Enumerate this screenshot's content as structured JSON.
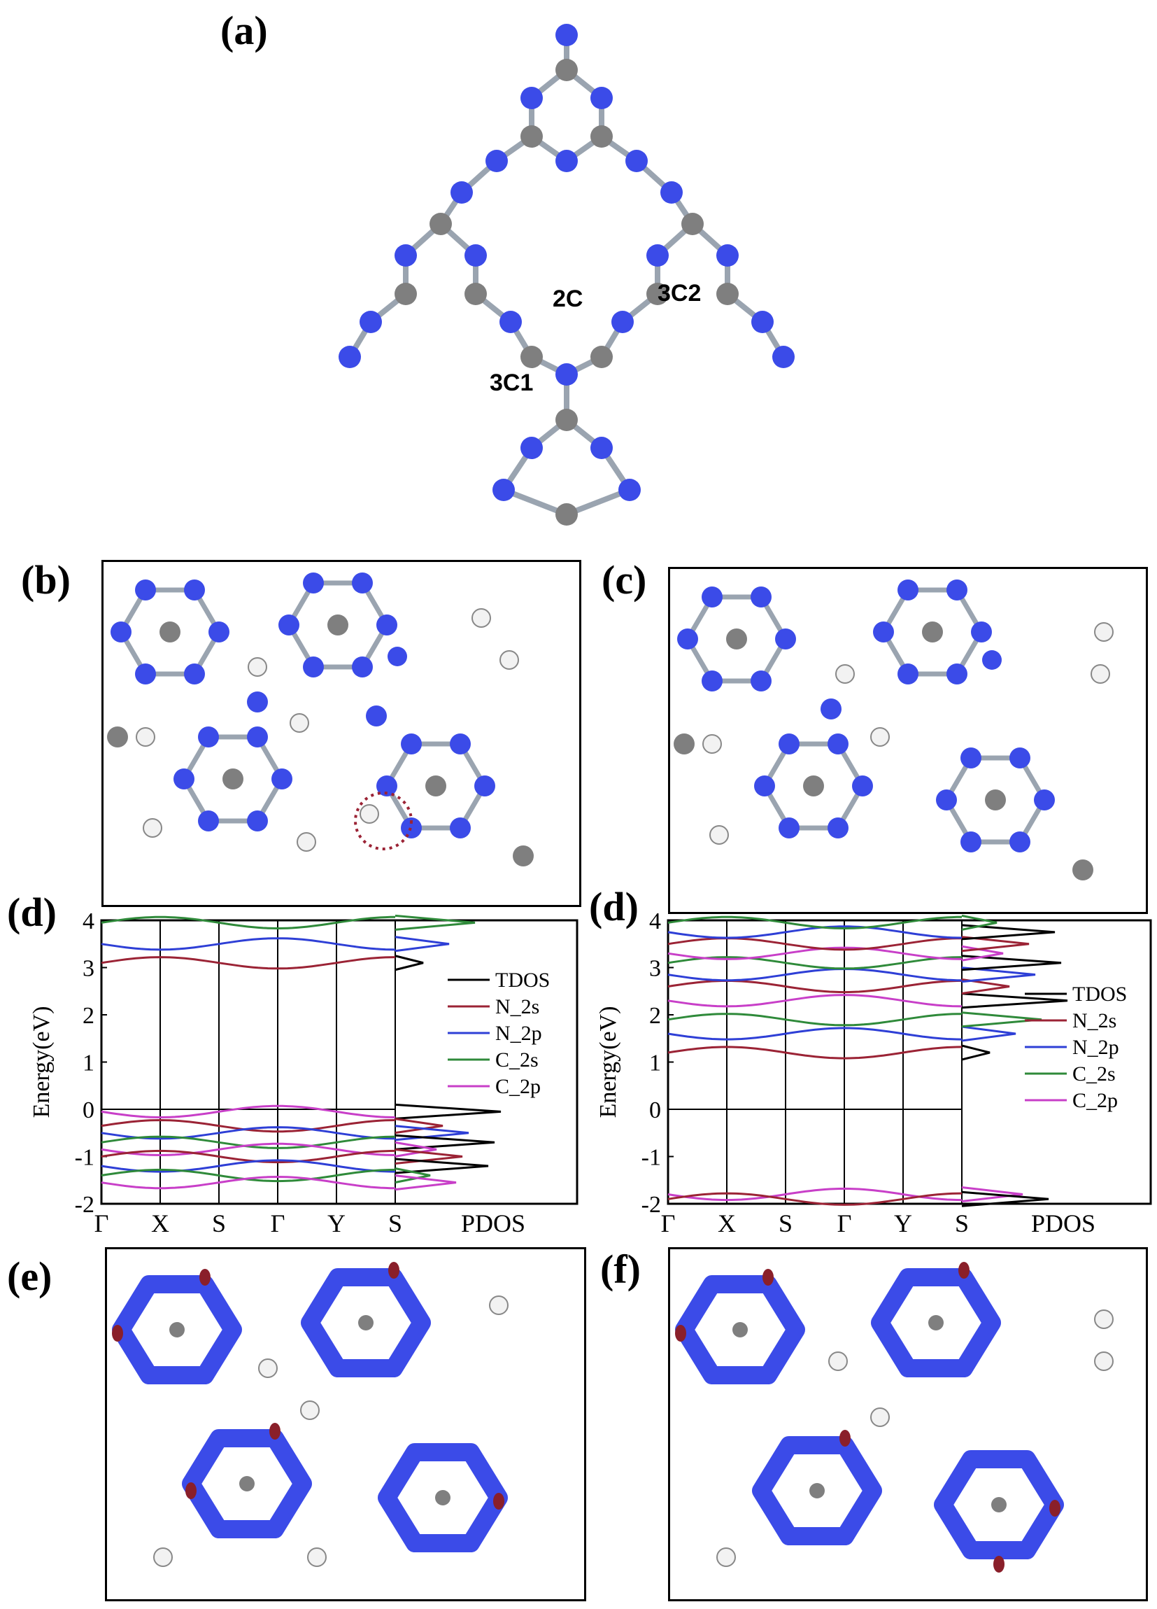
{
  "panels": {
    "a": {
      "label": "(a)",
      "atoms": [
        "2C",
        "3C2",
        "3C1"
      ]
    },
    "b": {
      "label": "(b)"
    },
    "c": {
      "label": "(c)"
    },
    "d_left": {
      "label": "(d)"
    },
    "d_right": {
      "label": "(d)"
    },
    "e": {
      "label": "(e)"
    },
    "f": {
      "label": "(f)"
    }
  },
  "colors": {
    "nitrogen": "#3b4be8",
    "carbon": "#7f7f7f",
    "hydrogen": "#f2f2f2",
    "charge": "#8a1f2a"
  },
  "chart_data": [
    {
      "type": "line",
      "ylabel": "Energy(eV)",
      "ylim": [
        -2,
        4
      ],
      "y_ticks": [
        "4",
        "3",
        "2",
        "1",
        "0",
        "-1",
        "-2"
      ],
      "x_ticks": [
        "Γ",
        "X",
        "S",
        "Γ",
        "Y",
        "S",
        "PDOS"
      ],
      "legend": [
        "TDOS",
        "N_2s",
        "N_2p",
        "C_2s",
        "C_2p"
      ],
      "legend_colors": [
        "#000000",
        "#9b2335",
        "#2e3fd6",
        "#2f8a3a",
        "#c83fc8"
      ],
      "bands": {
        "conduction": [
          3.1,
          3.5,
          3.95
        ],
        "valence": [
          -0.05,
          -0.35,
          -0.5,
          -0.7,
          -0.85,
          -1.0,
          -1.2,
          -1.4,
          -1.55
        ]
      }
    },
    {
      "type": "line",
      "ylabel": "Energy(eV)",
      "ylim": [
        -2,
        4
      ],
      "y_ticks": [
        "4",
        "3",
        "2",
        "1",
        "0",
        "-1",
        "-2"
      ],
      "x_ticks": [
        "Γ",
        "X",
        "S",
        "Γ",
        "Y",
        "S",
        "PDOS"
      ],
      "legend": [
        "TDOS",
        "N_2s",
        "N_2p",
        "C_2s",
        "C_2p"
      ],
      "legend_colors": [
        "#000000",
        "#9b2335",
        "#2e3fd6",
        "#2f8a3a",
        "#c83fc8"
      ],
      "bands": {
        "conduction": [
          1.2,
          1.6,
          1.9,
          2.3,
          2.6,
          2.85,
          3.1,
          3.3,
          3.5,
          3.75,
          3.95
        ],
        "valence": [
          -1.8,
          -1.9
        ]
      }
    }
  ]
}
